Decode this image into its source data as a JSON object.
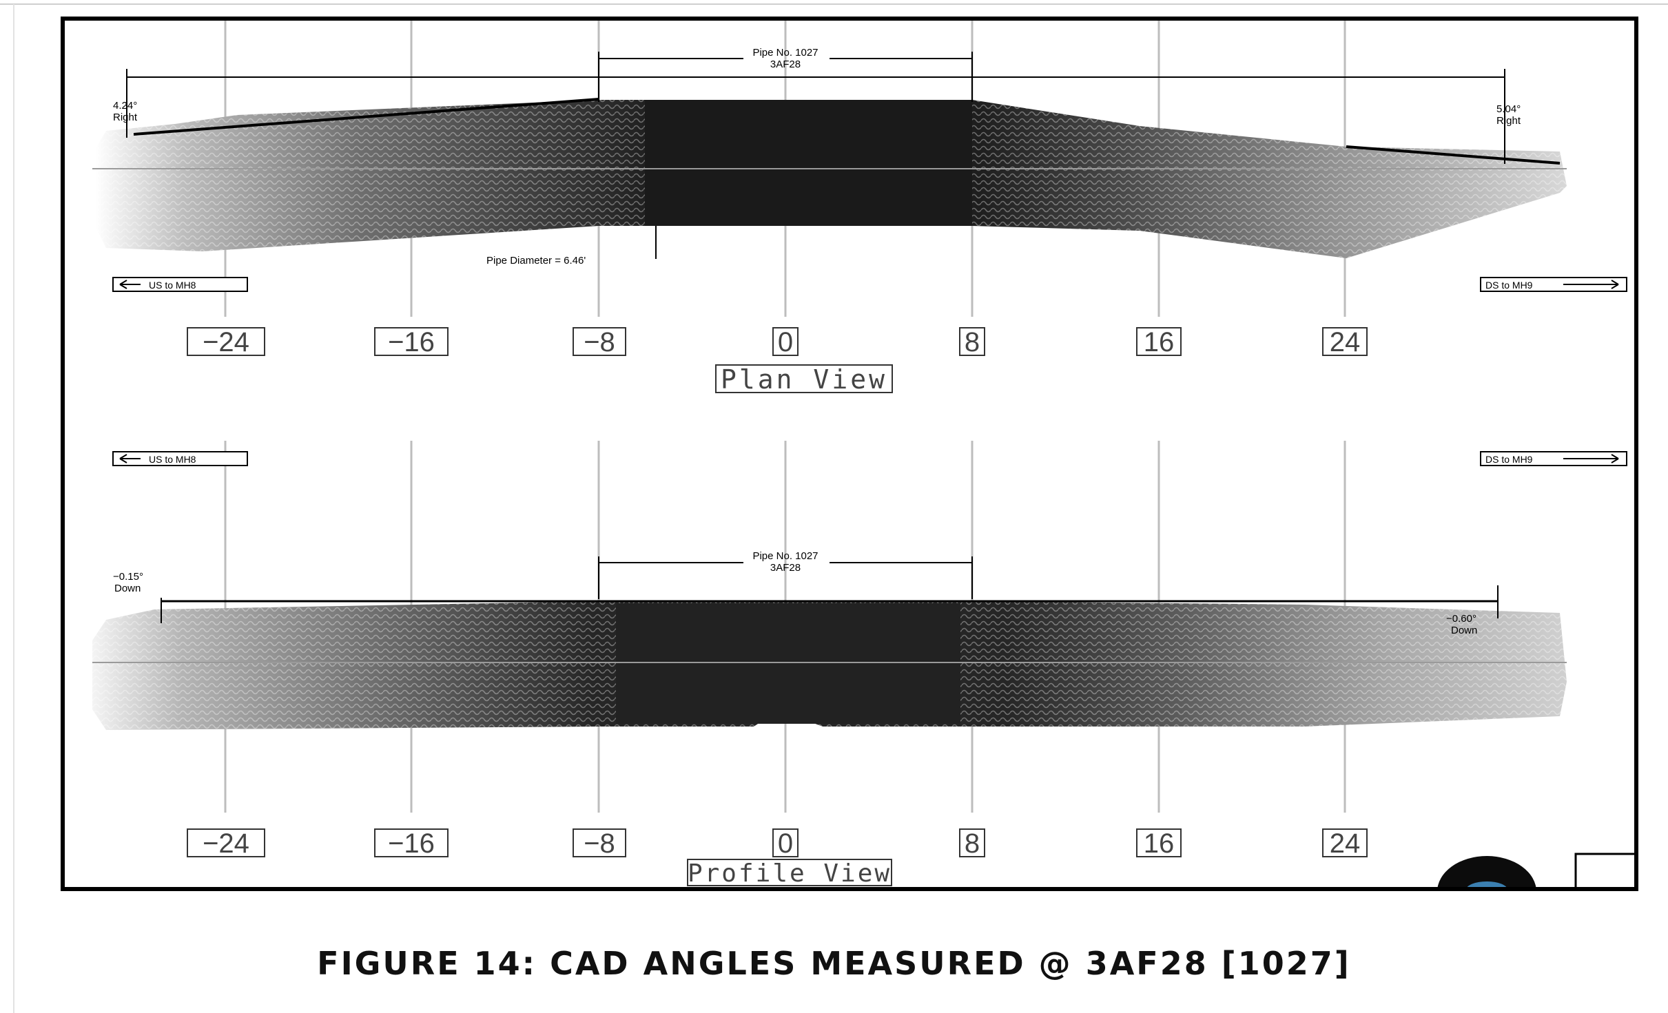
{
  "figure": {
    "caption": "FIGURE 14: CAD ANGLES MEASURED @ 3AF28 [1027]",
    "axis_ticks": [
      "−24",
      "−16",
      "−8",
      "0",
      "8",
      "16",
      "24"
    ]
  },
  "plan_view": {
    "title": "Plan View",
    "pipe_label_line1": "Pipe No. 1027",
    "pipe_label_line2": "3AF28",
    "left_angle_value": "4.24°",
    "left_angle_dir": "Right",
    "right_angle_value": "5.04°",
    "right_angle_dir": "Right",
    "pipe_diameter": "Pipe Diameter = 6.46'",
    "us_label": "US to MH8",
    "ds_label": "DS to MH9"
  },
  "profile_view": {
    "title": "Profile View",
    "pipe_label_line1": "Pipe No. 1027",
    "pipe_label_line2": "3AF28",
    "left_angle_value": "−0.15°",
    "left_angle_dir": "Down",
    "right_angle_value": "−0.60°",
    "right_angle_dir": "Down",
    "us_label": "US to MH8",
    "ds_label": "DS to MH9"
  }
}
